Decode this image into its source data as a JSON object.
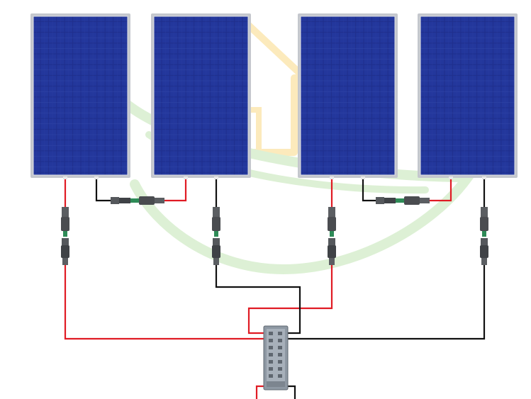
{
  "diagram": {
    "panels": [
      {
        "id": "panel-1"
      },
      {
        "id": "panel-2"
      },
      {
        "id": "panel-3"
      },
      {
        "id": "panel-4"
      }
    ],
    "wire_colors": {
      "positive": "#e01b24",
      "negative": "#111111"
    },
    "colors": {
      "panel_cell": "#1e2f8f",
      "panel_frame": "#b9bcc3",
      "connector_body": "#4a4c50",
      "connector_accent": "#2e8b57",
      "watermark_green": "#cfe9c4",
      "watermark_yellow": "#fbe6b0",
      "combiner_body": "#9aa3ad"
    },
    "text": {}
  }
}
